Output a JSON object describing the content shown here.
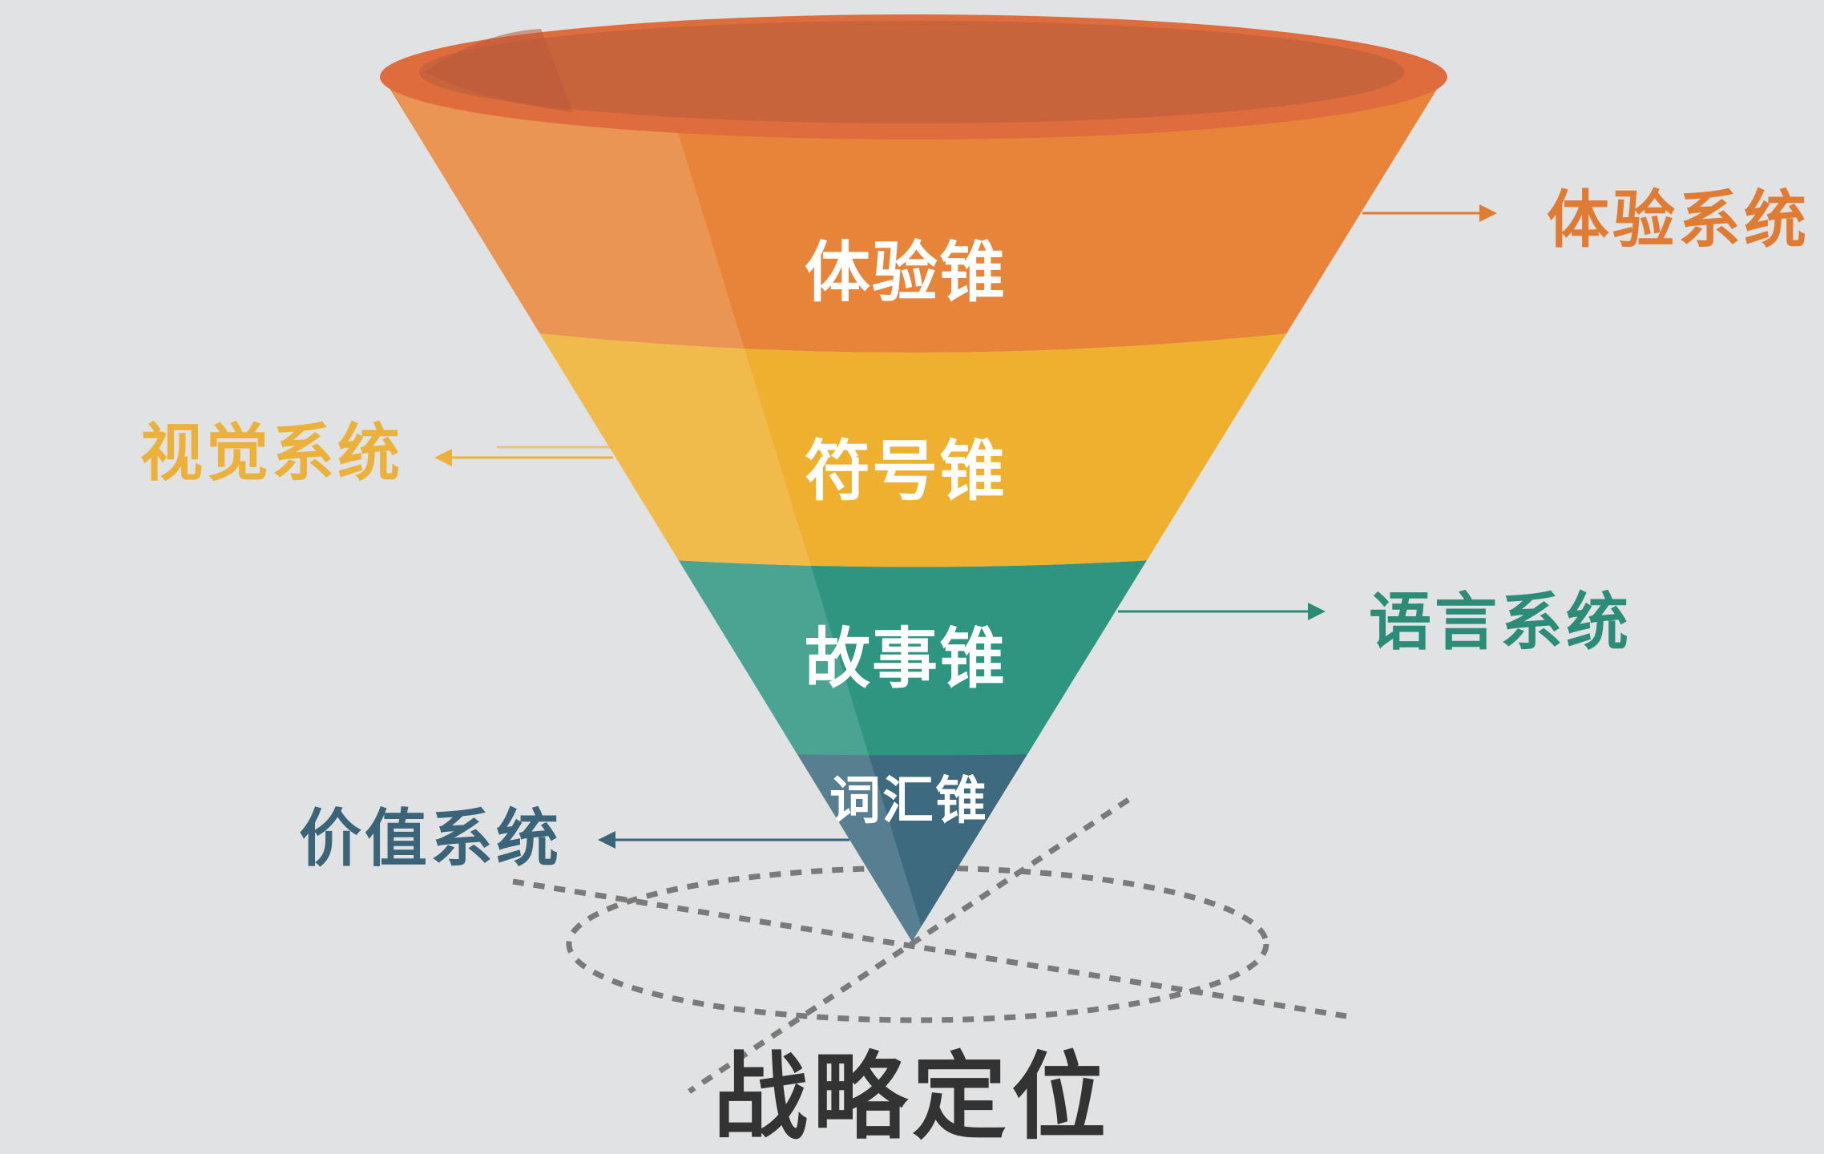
{
  "layers": [
    {
      "key": "experience",
      "label": "体验锥",
      "color": "#e8843a"
    },
    {
      "key": "symbol",
      "label": "符号锥",
      "color": "#efb02f"
    },
    {
      "key": "story",
      "label": "故事锥",
      "color": "#2e9580"
    },
    {
      "key": "vocabulary",
      "label": "词汇锥",
      "color": "#3d6a7f"
    }
  ],
  "systems": [
    {
      "key": "experience",
      "label": "体验系统",
      "color": "#e07b34",
      "direction": "right"
    },
    {
      "key": "visual",
      "label": "视觉系统",
      "color": "#ebb13a",
      "direction": "left"
    },
    {
      "key": "language",
      "label": "语言系统",
      "color": "#2c8c78",
      "direction": "right"
    },
    {
      "key": "value",
      "label": "价值系统",
      "color": "#3b6478",
      "direction": "left"
    }
  ],
  "base": {
    "label": "战略定位"
  }
}
